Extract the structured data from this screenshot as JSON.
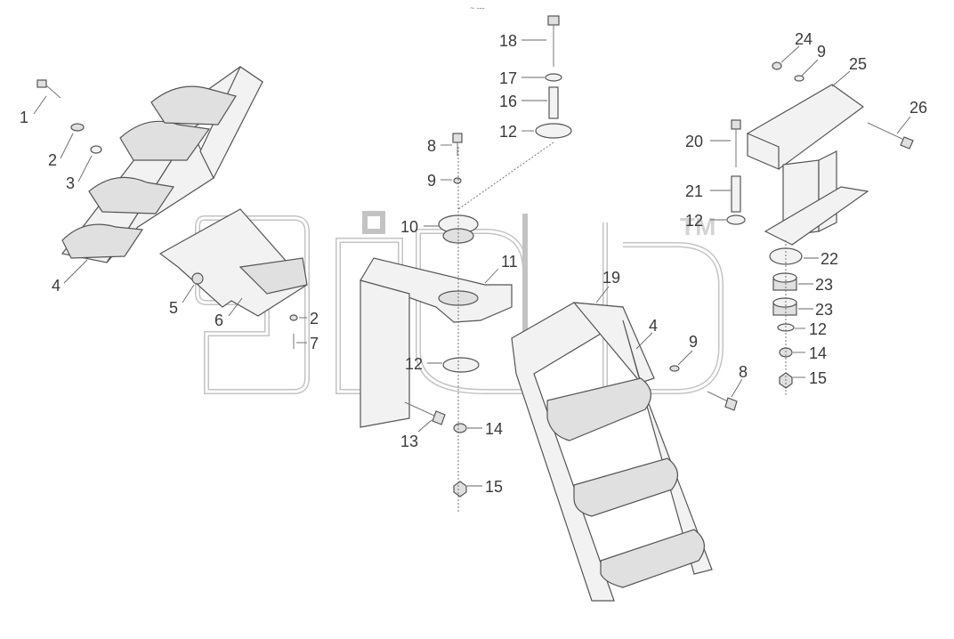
{
  "header_mark": "~ ---",
  "watermark": {
    "tm": "TM"
  },
  "callouts": [
    {
      "label": "1"
    },
    {
      "label": "2"
    },
    {
      "label": "3"
    },
    {
      "label": "4"
    },
    {
      "label": "5"
    },
    {
      "label": "6"
    },
    {
      "label": "2"
    },
    {
      "label": "7"
    },
    {
      "label": "8"
    },
    {
      "label": "9"
    },
    {
      "label": "10"
    },
    {
      "label": "11"
    },
    {
      "label": "12"
    },
    {
      "label": "13"
    },
    {
      "label": "14"
    },
    {
      "label": "15"
    },
    {
      "label": "18"
    },
    {
      "label": "17"
    },
    {
      "label": "16"
    },
    {
      "label": "12"
    },
    {
      "label": "19"
    },
    {
      "label": "4"
    },
    {
      "label": "9"
    },
    {
      "label": "8"
    },
    {
      "label": "24"
    },
    {
      "label": "9"
    },
    {
      "label": "25"
    },
    {
      "label": "26"
    },
    {
      "label": "20"
    },
    {
      "label": "21"
    },
    {
      "label": "12"
    },
    {
      "label": "22"
    },
    {
      "label": "23"
    },
    {
      "label": "23"
    },
    {
      "label": "12"
    },
    {
      "label": "14"
    },
    {
      "label": "15"
    }
  ]
}
